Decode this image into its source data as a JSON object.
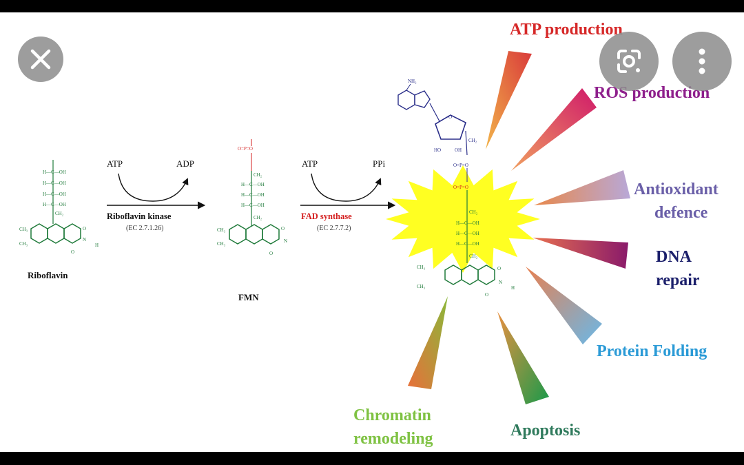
{
  "viewer": {
    "close_icon": "close-icon",
    "lens_icon": "lens-search-icon",
    "more_icon": "more-vertical-icon"
  },
  "diagram": {
    "riboflavin": {
      "name": "Riboflavin"
    },
    "step1": {
      "left": "ATP",
      "right": "ADP",
      "enzyme": "Riboflavin kinase",
      "ec": "(EC 2.7.1.26)"
    },
    "fmn": {
      "name": "FMN"
    },
    "step2": {
      "left": "ATP",
      "right": "PPi",
      "enzyme": "FAD synthase",
      "ec": "(EC 2.7.7.2)"
    },
    "chem": {
      "choh": "H—C—OH",
      "ch2": "CH₂",
      "ch3": "CH₃",
      "nh2": "NH₂",
      "ho": "HO",
      "oh": "OH",
      "o": "O",
      "n": "N",
      "h": "H",
      "p": "P",
      "ch2_2": "CH₂",
      "phos": "O=P=O"
    },
    "outcomes": [
      {
        "label": "ATP production",
        "color": "#d62828"
      },
      {
        "label": "ROS production",
        "color": "#8e1f8c"
      },
      {
        "label": "Antioxidant",
        "label2": "defence",
        "color": "#6a5fa8"
      },
      {
        "label": "DNA",
        "label2": "repair",
        "color": "#1b1f6b"
      },
      {
        "label": "Protein Folding",
        "color": "#2a9ad6"
      },
      {
        "label": "Apoptosis",
        "color": "#2f7a5c"
      },
      {
        "label": "Chromatin",
        "label2": "remodeling",
        "color": "#7fc243"
      }
    ],
    "burst_color": "#ffff22"
  }
}
